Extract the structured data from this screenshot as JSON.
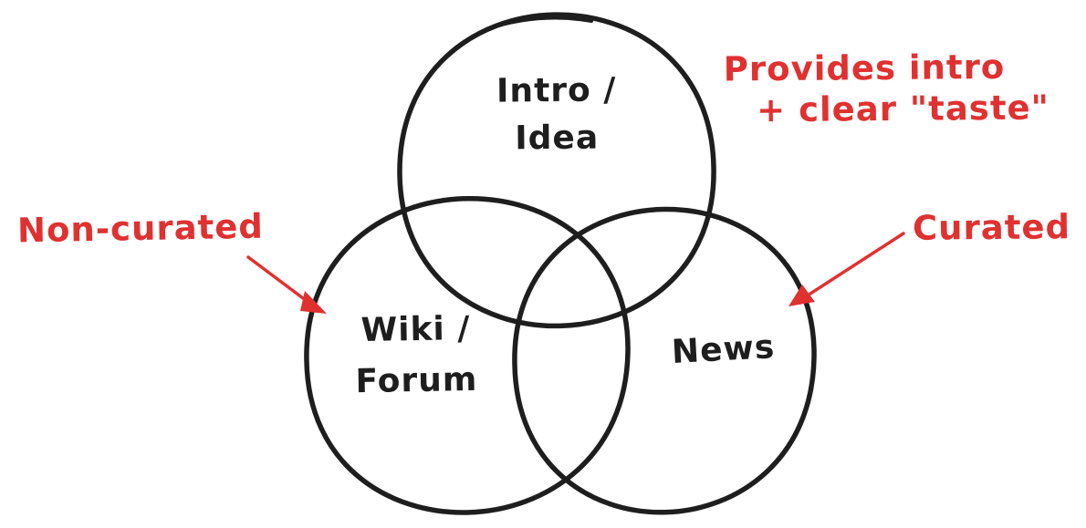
{
  "diagram": {
    "type": "venn-3-circles",
    "background": "#ffffff",
    "ink_color": "#1e1e1e",
    "accent_color": "#e03131",
    "circles": [
      {
        "name": "intro-idea",
        "lines": [
          "Intro /",
          "Idea"
        ]
      },
      {
        "name": "wiki-forum",
        "lines": [
          "Wiki /",
          "Forum"
        ]
      },
      {
        "name": "news",
        "lines": [
          "News"
        ]
      }
    ],
    "annotations": {
      "provides": {
        "line1": "Provides intro",
        "line2": "+ clear \"taste\"",
        "points_to": "intro-idea"
      },
      "non_curated": {
        "text": "Non-curated",
        "points_to": "wiki-forum"
      },
      "curated": {
        "text": "Curated",
        "points_to": "news"
      }
    }
  }
}
